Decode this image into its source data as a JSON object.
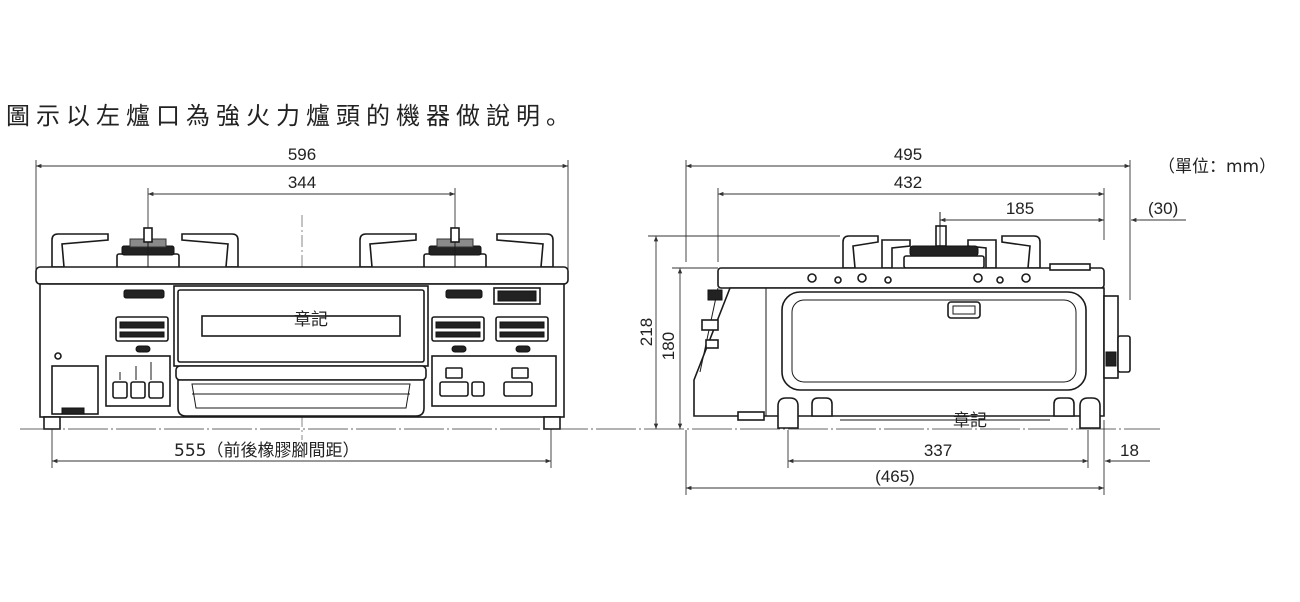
{
  "caption": "圖示以左爐口為強火力爐頭的機器做說明。",
  "unit_label": "（單位：mm）",
  "front_view": {
    "dims": {
      "overall_width": "596",
      "burner_spacing": "344",
      "foot_spacing": "555（前後橡膠腳間距）"
    },
    "watermark": "章記"
  },
  "side_view": {
    "dims": {
      "overall_depth": "495",
      "top_depth": "432",
      "burner_offset": "185",
      "rear_protrusion": "(30)",
      "overall_height": "218",
      "body_height": "180",
      "foot_depth": "337",
      "front_offset": "18",
      "body_depth": "(465)"
    },
    "watermark": "章記"
  }
}
